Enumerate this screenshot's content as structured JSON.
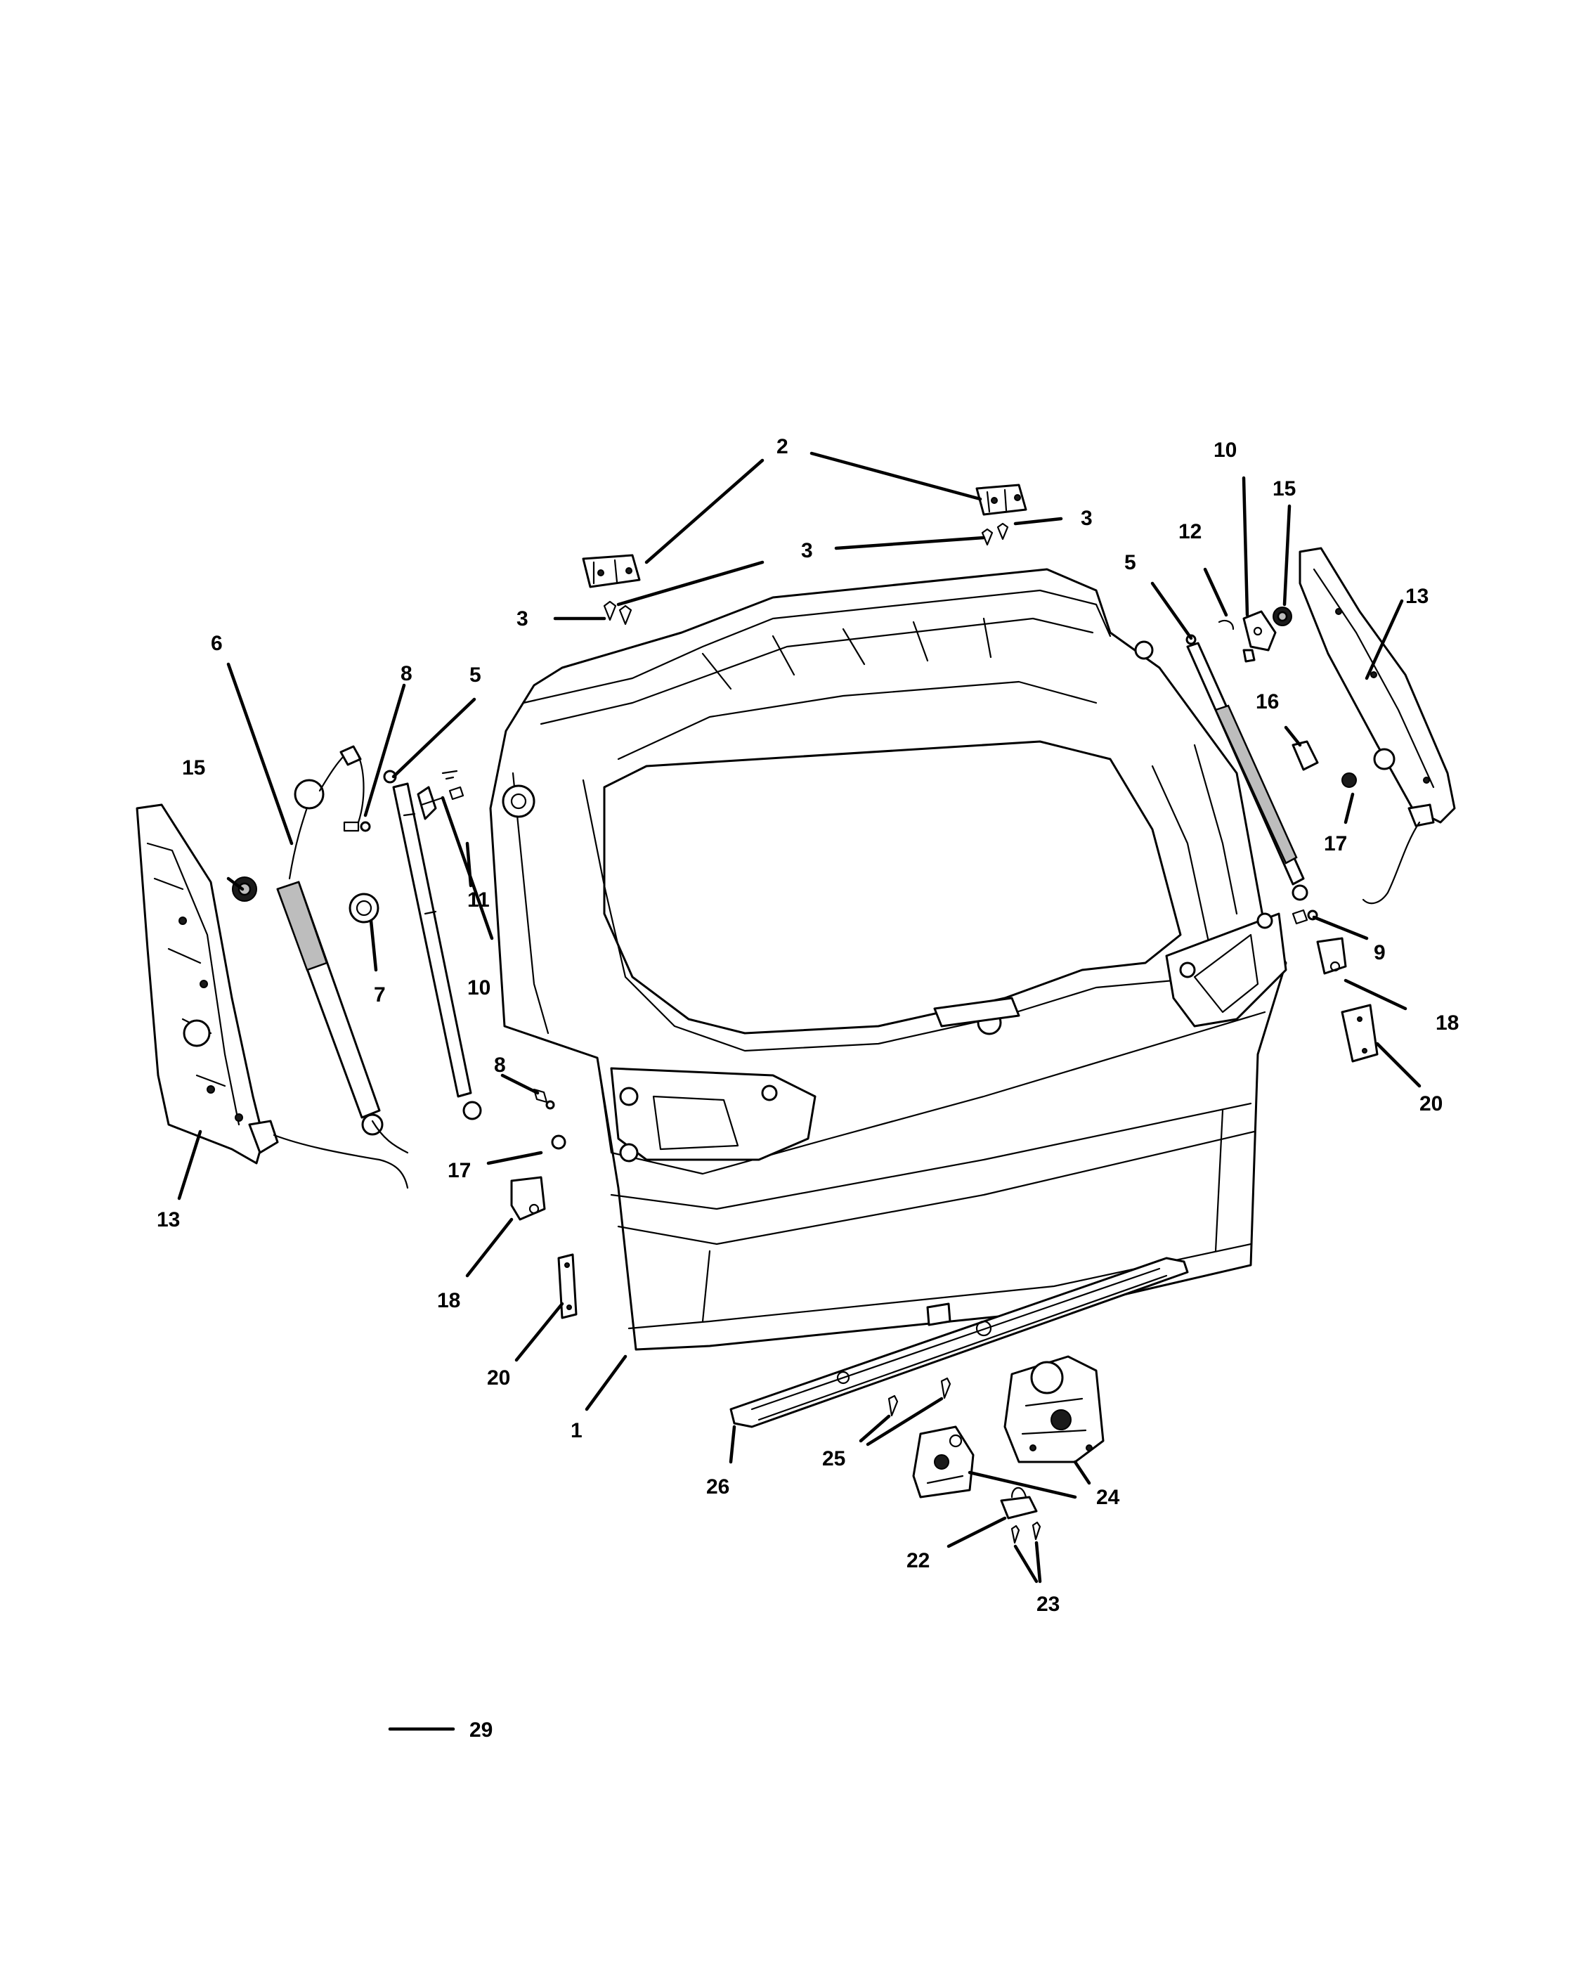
{
  "callouts": {
    "c1": "1",
    "c2": "2",
    "c3a": "3",
    "c3b": "3",
    "c3c": "3",
    "c5a": "5",
    "c5b": "5",
    "c6": "6",
    "c7": "7",
    "c8a": "8",
    "c8b": "8",
    "c9": "9",
    "c10a": "10",
    "c10b": "10",
    "c11": "11",
    "c12": "12",
    "c13a": "13",
    "c13b": "13",
    "c15a": "15",
    "c15b": "15",
    "c16": "16",
    "c17a": "17",
    "c17b": "17",
    "c18a": "18",
    "c18b": "18",
    "c20a": "20",
    "c20b": "20",
    "c22": "22",
    "c23": "23",
    "c24": "24",
    "c25": "25",
    "c26": "26",
    "c29": "29"
  }
}
